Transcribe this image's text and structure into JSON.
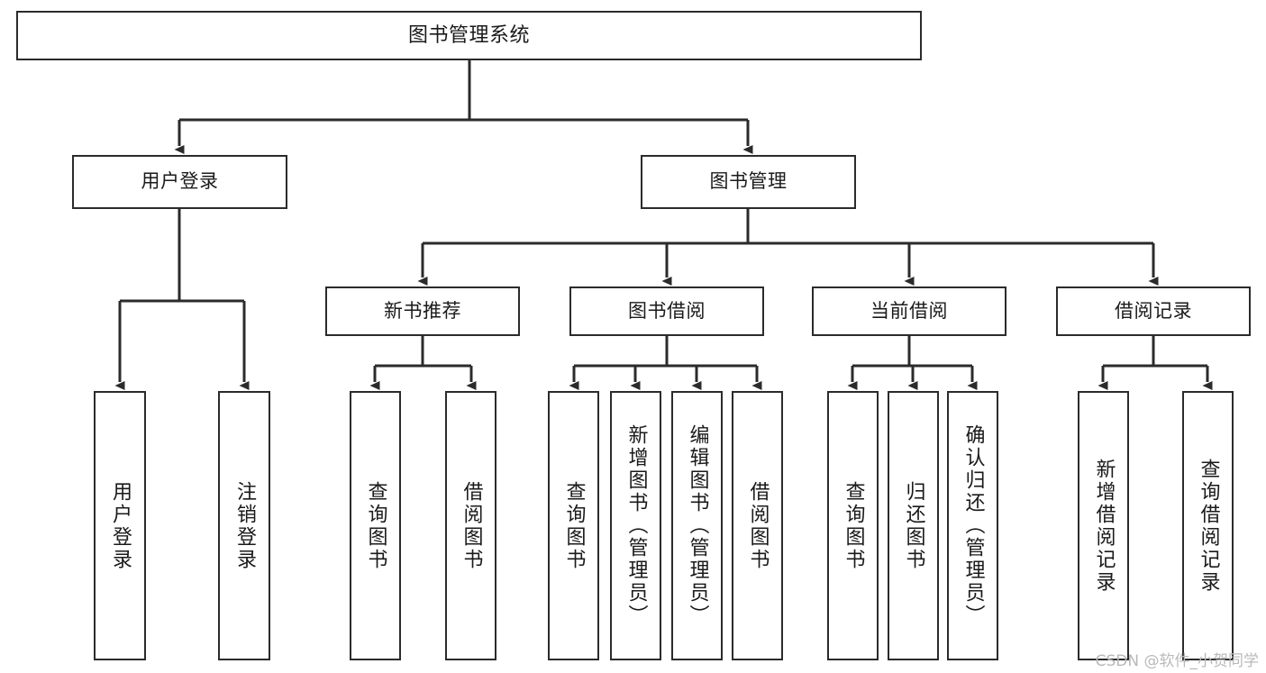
{
  "diagram": {
    "title": "图书管理系统",
    "type": "tree-hierarchy",
    "watermark": "CSDN @软件_小贺同学",
    "colors": {
      "stroke": "#2b2b2b",
      "fill": "#ffffff",
      "text": "#1a1a1a",
      "watermark": "#b9b9b9"
    },
    "root": {
      "label": "图书管理系统"
    },
    "level2": [
      {
        "label": "用户登录"
      },
      {
        "label": "图书管理"
      }
    ],
    "level3": [
      {
        "label": "新书推荐"
      },
      {
        "label": "图书借阅"
      },
      {
        "label": "当前借阅"
      },
      {
        "label": "借阅记录"
      }
    ],
    "leaves": {
      "user_login": [
        {
          "label": "用户登录"
        },
        {
          "label": "注销登录"
        }
      ],
      "new_book": [
        {
          "label": "查询图书"
        },
        {
          "label": "借阅图书"
        }
      ],
      "book_borrow": [
        {
          "label": "查询图书"
        },
        {
          "label": "新增图书（管理员）"
        },
        {
          "label": "编辑图书（管理员）"
        },
        {
          "label": "借阅图书"
        }
      ],
      "current_borrow": [
        {
          "label": "查询图书"
        },
        {
          "label": "归还图书"
        },
        {
          "label": "确认归还（管理员）"
        }
      ],
      "borrow_record": [
        {
          "label": "新增借阅记录"
        },
        {
          "label": "查询借阅记录"
        }
      ]
    }
  }
}
